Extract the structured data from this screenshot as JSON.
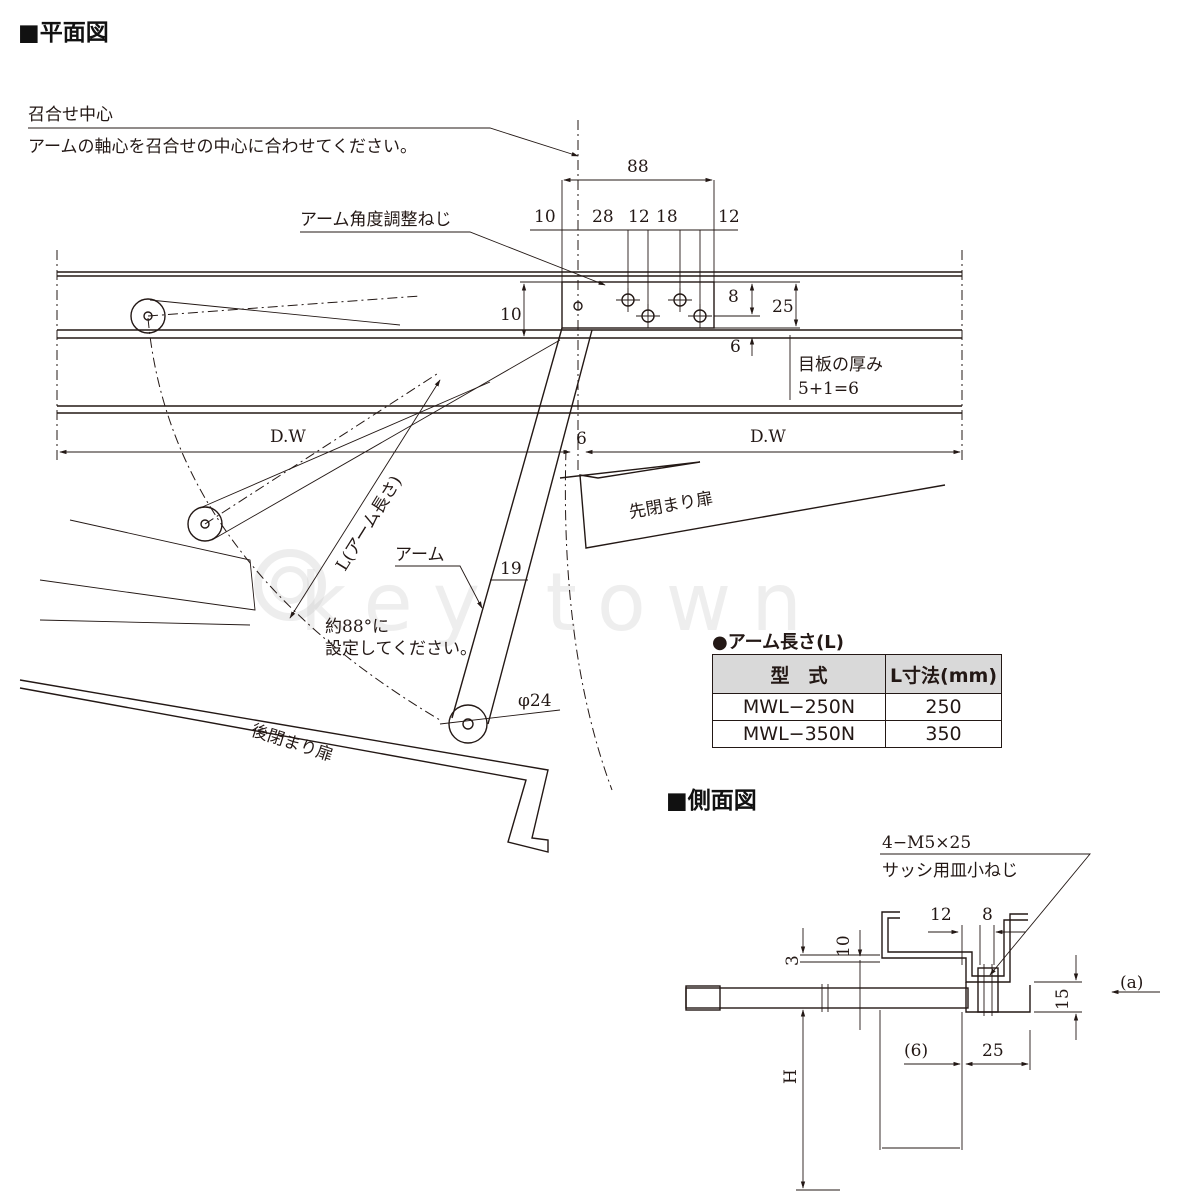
{
  "sections": {
    "plan_title": "■平面図",
    "side_title": "■側面図"
  },
  "plan": {
    "center_label": "召合せ中心",
    "center_note": "アームの軸心を召合せの中心に合わせてください。",
    "screw_label": "アーム角度調整ねじ",
    "dim_88": "88",
    "dim_10a": "10",
    "dim_28": "28",
    "dim_12a": "12",
    "dim_18": "18",
    "dim_12b": "12",
    "dim_8": "8",
    "dim_25": "25",
    "dim_10b": "10",
    "dim_6a": "6",
    "plate_label": "目板の厚み",
    "plate_formula": "5+1=6",
    "dw_left": "D.W",
    "dw_right": "D.W",
    "dim_6b": "6",
    "first_door": "先閉まり扉",
    "arm_length_label": "L(アーム長さ)",
    "arm_label": "アーム",
    "dim_19": "19",
    "angle_note_1": "約88°に",
    "angle_note_2": "設定してください。",
    "dim_phi24": "φ24",
    "rear_door": "後閉まり扉"
  },
  "spec_table": {
    "title": "●アーム長さ(L)",
    "headers": [
      "型　式",
      "L寸法(mm)"
    ],
    "rows": [
      [
        "MWL−250N",
        "250"
      ],
      [
        "MWL−350N",
        "350"
      ]
    ]
  },
  "side": {
    "screw_spec": "4−M5×25",
    "screw_name": "サッシ用皿小ねじ",
    "dim_12": "12",
    "dim_8": "8",
    "dim_10": "10",
    "dim_3": "3",
    "dim_15": "15",
    "view_a": "(a)",
    "dim_6": "(6)",
    "dim_25": "25",
    "dim_h": "H"
  },
  "watermark": "key town"
}
